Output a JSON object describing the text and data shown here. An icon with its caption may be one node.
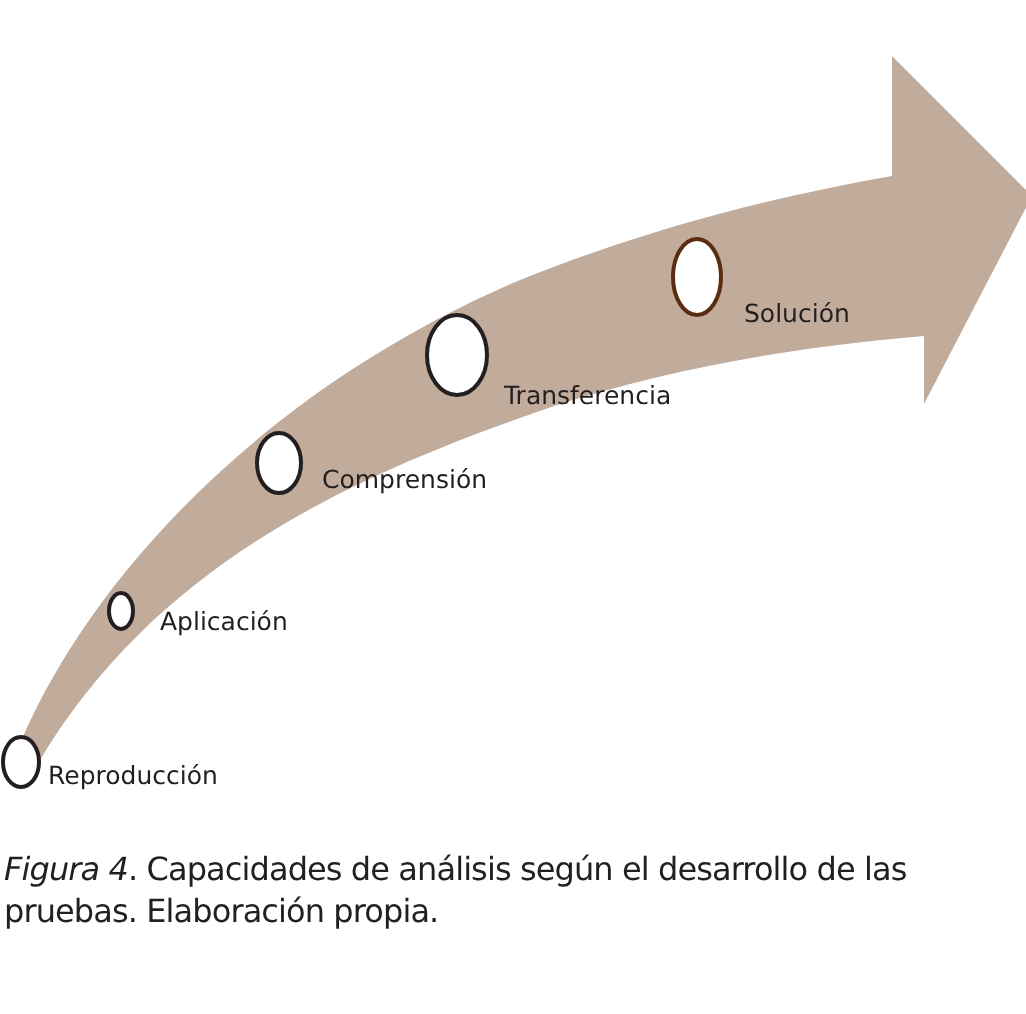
{
  "diagram": {
    "caption": "*Figura 4*. Capacidades de análisis según el desarrollo de las pruebas. Elaboración propia.",
    "nodes": [
      {
        "text": [],
        "shape": "circle",
        "beside": [
          "Reproducción"
        ]
      },
      {
        "text": [],
        "shape": "circle",
        "beside": [
          "Aplicación"
        ]
      },
      {
        "text": [],
        "shape": "circle",
        "beside": [
          "Comprensión"
        ]
      },
      {
        "text": [],
        "shape": "circle",
        "beside": [
          "Transferencia"
        ]
      },
      {
        "text": [],
        "shape": "circle",
        "beside": [
          "Solución"
        ]
      }
    ]
  }
}
